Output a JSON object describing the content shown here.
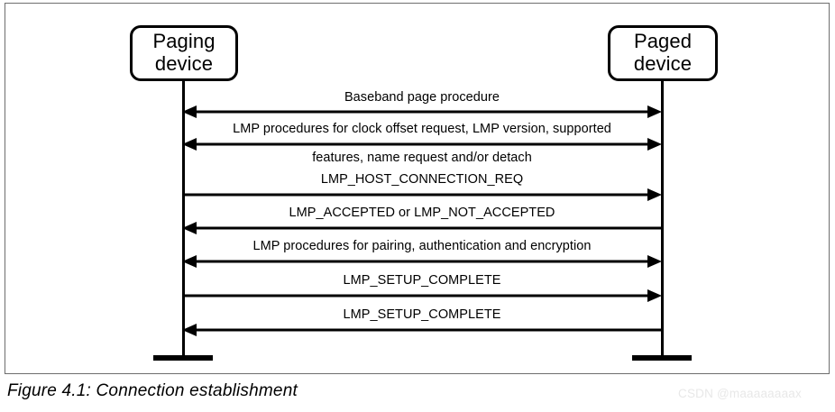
{
  "figure": {
    "caption": "Figure 4.1:  Connection establishment",
    "watermark": "CSDN @maaaaaaaax",
    "frame_color": "#6e6e6e",
    "line_color": "#000000",
    "background": "#ffffff"
  },
  "participants": [
    {
      "id": "paging",
      "line1": "Paging",
      "line2": "device"
    },
    {
      "id": "paged",
      "line1": "Paged",
      "line2": "device"
    }
  ],
  "messages": [
    {
      "index": 1,
      "label": "Baseband page procedure",
      "label2": "",
      "direction": "both",
      "from": "paging",
      "to": "paged"
    },
    {
      "index": 2,
      "label": "LMP procedures for clock offset request, LMP version, supported",
      "label2": "features, name request and/or detach",
      "direction": "both",
      "from": "paging",
      "to": "paged"
    },
    {
      "index": 3,
      "label": "LMP_HOST_CONNECTION_REQ",
      "label2": "",
      "direction": "right",
      "from": "paging",
      "to": "paged"
    },
    {
      "index": 4,
      "label": "LMP_ACCEPTED or LMP_NOT_ACCEPTED",
      "label2": "",
      "direction": "left",
      "from": "paged",
      "to": "paging"
    },
    {
      "index": 5,
      "label": "LMP procedures for pairing, authentication and encryption",
      "label2": "",
      "direction": "both",
      "from": "paging",
      "to": "paged"
    },
    {
      "index": 6,
      "label": "LMP_SETUP_COMPLETE",
      "label2": "",
      "direction": "right",
      "from": "paging",
      "to": "paged"
    },
    {
      "index": 7,
      "label": "LMP_SETUP_COMPLETE",
      "label2": "",
      "direction": "left",
      "from": "paged",
      "to": "paging"
    }
  ]
}
